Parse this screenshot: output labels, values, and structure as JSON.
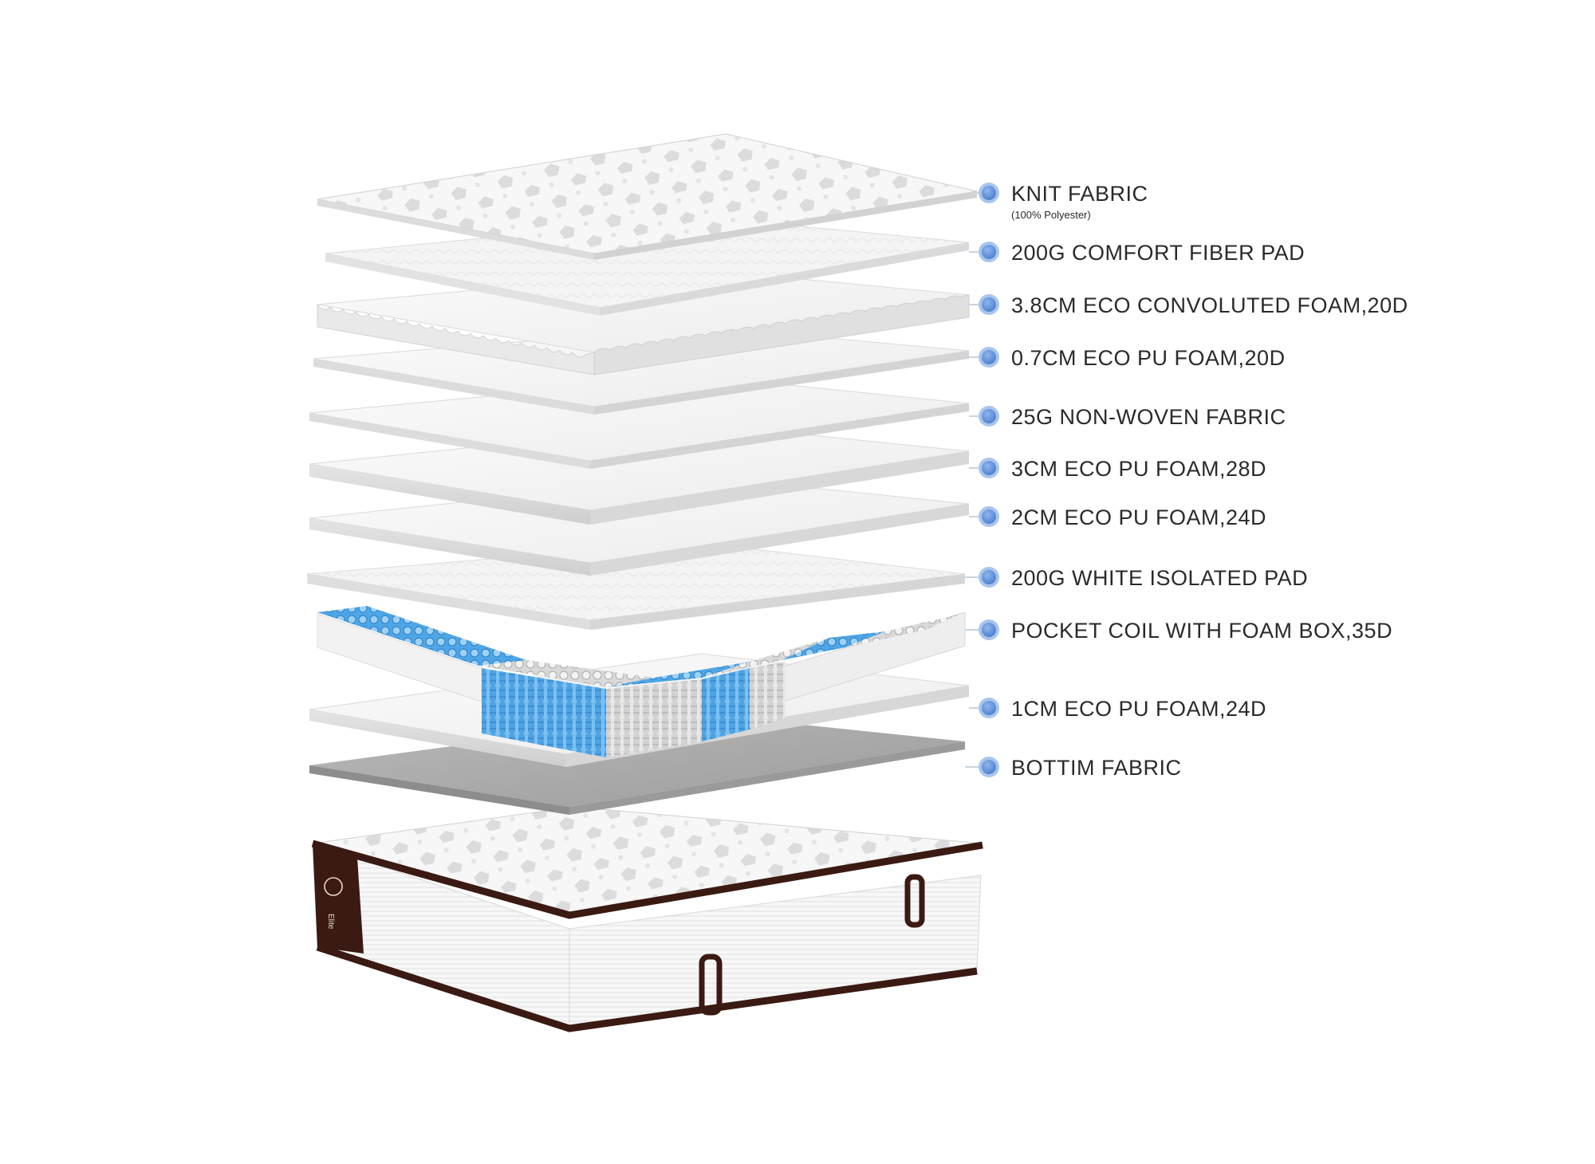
{
  "layers": [
    {
      "id": "knit",
      "label": "KNIT FABRIC",
      "sublabel": "(100% Polyester)"
    },
    {
      "id": "fiber",
      "label": "200G COMFORT FIBER PAD"
    },
    {
      "id": "convoluted",
      "label": "3.8CM ECO CONVOLUTED FOAM,20D"
    },
    {
      "id": "pu07",
      "label": "0.7CM ECO PU FOAM,20D"
    },
    {
      "id": "nonwoven",
      "label": "25G NON-WOVEN FABRIC"
    },
    {
      "id": "pu3",
      "label": "3CM ECO PU FOAM,28D"
    },
    {
      "id": "pu2",
      "label": "2CM ECO PU FOAM,24D"
    },
    {
      "id": "isolated",
      "label": "200G WHITE ISOLATED PAD"
    },
    {
      "id": "coil",
      "label": "POCKET COIL WITH FOAM BOX,35D"
    },
    {
      "id": "pu1",
      "label": "1CM ECO PU FOAM,24D"
    },
    {
      "id": "bottom",
      "label": "BOTTIM FABRIC"
    }
  ],
  "colors": {
    "dot": "#5b8fd6",
    "dot_ring": "#a9c5ee",
    "connector": "#c9d3df",
    "coil_blue": "#5aaee8",
    "border_brown": "#3a1a12",
    "bottom_fabric": "#a8a8a8"
  },
  "logo": {
    "text": "Elite"
  }
}
